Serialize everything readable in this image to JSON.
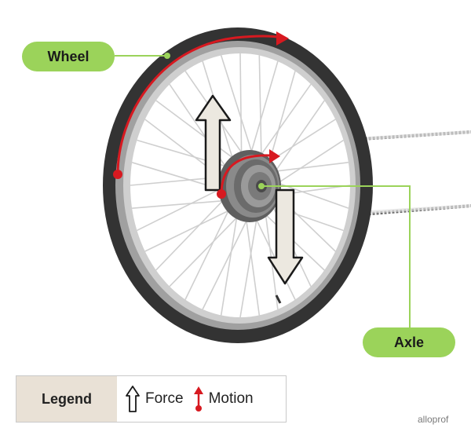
{
  "labels": {
    "wheel": "Wheel",
    "axle": "Axle"
  },
  "legend": {
    "title": "Legend",
    "force": "Force",
    "motion": "Motion"
  },
  "brand": "alloprof",
  "colors": {
    "label_green": "#9bd35a",
    "motion_red": "#d71920",
    "tire": "#333333",
    "rim": "#9a9a9a",
    "force_fill": "#ece8e0",
    "legend_bg": "#e9e1d6"
  },
  "icons": [
    "force-arrow-icon",
    "motion-arrow-icon"
  ]
}
